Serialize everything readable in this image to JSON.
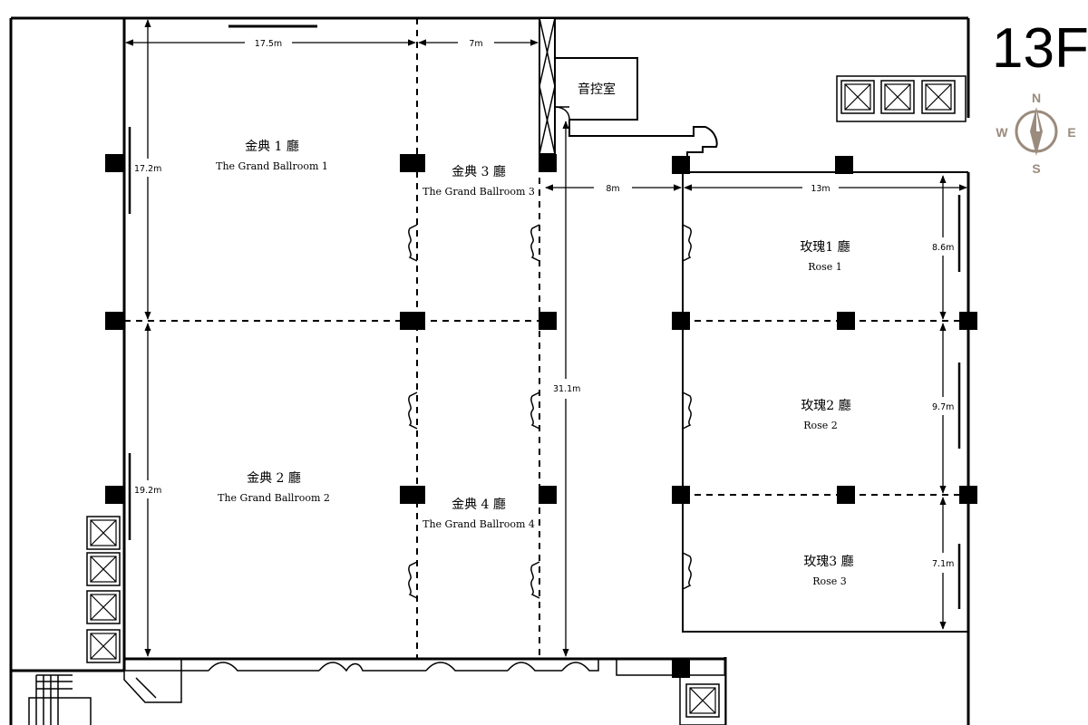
{
  "floor_label": "13F",
  "compass": {
    "north": "N",
    "south": "S",
    "east": "E",
    "west": "W",
    "color": "#9a8b7c"
  },
  "rooms": {
    "control_room": {
      "zh": "音控室"
    },
    "grand1": {
      "zh": "金典 1 廳",
      "en": "The Grand Ballroom  1"
    },
    "grand2": {
      "zh": "金典 2 廳",
      "en": "The Grand Ballroom  2"
    },
    "grand3": {
      "zh": "金典 3 廳",
      "en": "The Grand Ballroom  3"
    },
    "grand4": {
      "zh": "金典 4 廳",
      "en": "The Grand Ballroom  4"
    },
    "rose1": {
      "zh": "玫瑰1 廳",
      "en": "Rose 1"
    },
    "rose2": {
      "zh": "玫瑰2 廳",
      "en": "Rose 2"
    },
    "rose3": {
      "zh": "玫瑰3 廳",
      "en": "Rose 3"
    }
  },
  "dimensions": {
    "top_width_1": "17.5m",
    "top_width_2": "7m",
    "corridor_width": "8m",
    "rose_width": "13m",
    "grand1_height": "17.2m",
    "grand2_height": "19.2m",
    "corridor_length": "31.1m",
    "rose1_height": "8.6m",
    "rose2_height": "9.7m",
    "rose3_height": "7.1m"
  }
}
